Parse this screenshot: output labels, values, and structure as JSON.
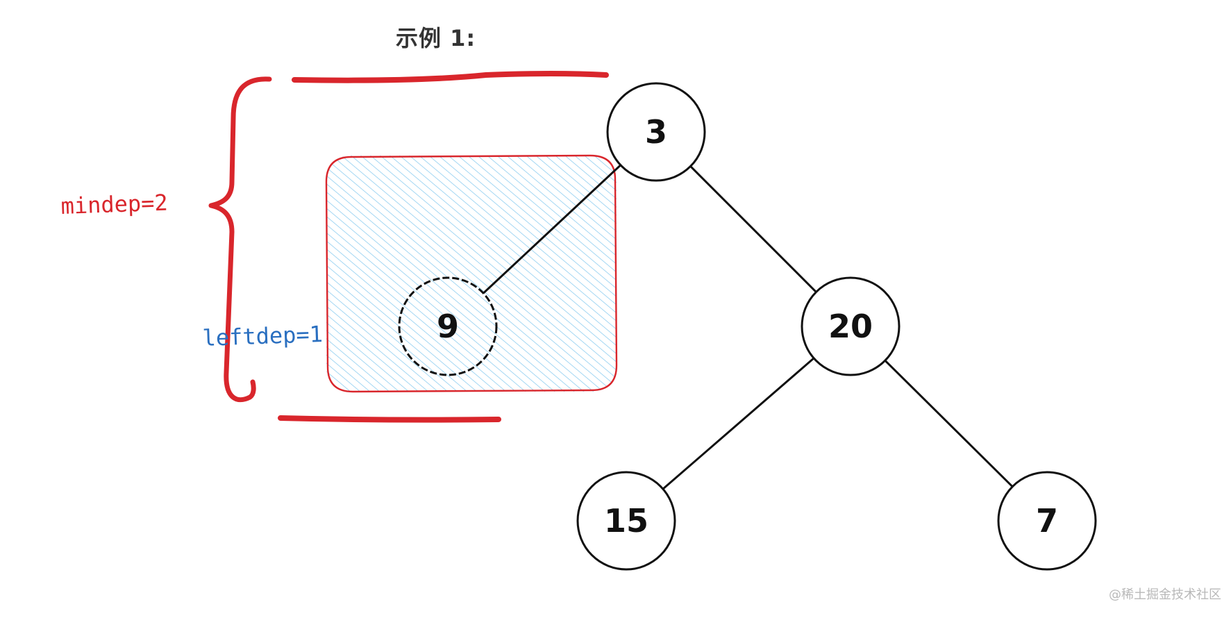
{
  "title": "示例 1:",
  "watermark": "@稀土掘金技术社区",
  "annotations": {
    "mindep": "mindep=2",
    "leftdep": "leftdep=1"
  },
  "colors": {
    "red": "#d9262c",
    "blue": "#2a6fc0",
    "hatch": "#8ccdf0",
    "node_stroke": "#111111"
  },
  "tree": {
    "nodes": [
      {
        "id": "n3",
        "label": "3"
      },
      {
        "id": "n9",
        "label": "9",
        "highlighted": true
      },
      {
        "id": "n20",
        "label": "20"
      },
      {
        "id": "n15",
        "label": "15"
      },
      {
        "id": "n7",
        "label": "7"
      }
    ],
    "edges": [
      [
        "n3",
        "n9"
      ],
      [
        "n3",
        "n20"
      ],
      [
        "n20",
        "n15"
      ],
      [
        "n20",
        "n7"
      ]
    ]
  }
}
